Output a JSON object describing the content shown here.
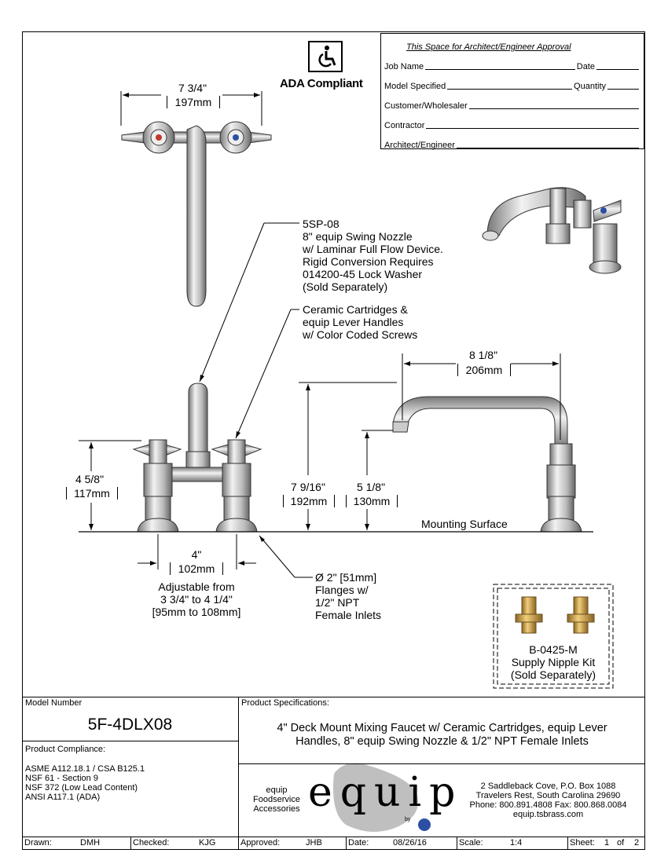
{
  "approval": {
    "heading": "This Space for Architect/Engineer Approval",
    "job_name": "Job Name",
    "date": "Date",
    "model_specified": "Model Specified",
    "quantity": "Quantity",
    "customer": "Customer/Wholesaler",
    "contractor": "Contractor",
    "architect": "Architect/Engineer"
  },
  "ada": {
    "label": "ADA Compliant",
    "icon": "wheelchair-icon"
  },
  "top_view": {
    "dim_in": "7 3/4\"",
    "dim_mm": "197mm"
  },
  "nozzle_note": [
    "5SP-08",
    "8\" equip Swing Nozzle",
    "w/ Laminar Full Flow Device.",
    "Rigid Conversion Requires",
    "014200-45 Lock Washer",
    "(Sold Separately)"
  ],
  "cartridge_note": [
    "Ceramic Cartridges &",
    "equip Lever Handles",
    "w/ Color Coded Screws"
  ],
  "dims": {
    "height_in": "4 5/8\"",
    "height_mm": "117mm",
    "spread_in": "4\"",
    "spread_mm": "102mm",
    "adjust": [
      "Adjustable from",
      "3 3/4\" to 4 1/4\"",
      "[95mm to 108mm]"
    ],
    "flange": [
      "Ø 2\" [51mm]",
      "Flanges w/",
      "1/2\" NPT",
      "Female Inlets"
    ],
    "total_h_in": "7 9/16\"",
    "total_h_mm": "192mm",
    "spout_h_in": "5 1/8\"",
    "spout_h_mm": "130mm",
    "reach_in": "8 1/8\"",
    "reach_mm": "206mm",
    "mounting": "Mounting Surface"
  },
  "nipple_kit": [
    "B-0425-M",
    "Supply Nipple Kit",
    "(Sold Separately)"
  ],
  "model": {
    "label": "Model Number",
    "value": "5F-4DLX08"
  },
  "compliance": {
    "label": "Product Compliance:",
    "items": [
      "ASME A112.18.1 / CSA B125.1",
      "NSF 61 - Section 9",
      "NSF 372 (Low Lead Content)",
      "ANSI A117.1 (ADA)"
    ]
  },
  "specs": {
    "label": "Product Specifications:",
    "lines": [
      "4\" Deck Mount Mixing Faucet w/ Ceramic Cartridges, equip Lever",
      "Handles, 8\" equip Swing Nozzle & 1/2\" NPT Female Inlets"
    ]
  },
  "brand": {
    "side": [
      "equip",
      "Foodservice",
      "Accessories"
    ],
    "logo": "equip",
    "by": "by",
    "address": [
      "2 Saddleback Cove, P.O. Box 1088",
      "Travelers Rest, South Carolina 29690",
      "Phone: 800.891.4808  Fax: 800.868.0084",
      "equip.tsbrass.com"
    ]
  },
  "titleblock": {
    "drawn_label": "Drawn:",
    "drawn": "DMH",
    "checked_label": "Checked:",
    "checked": "KJG",
    "approved_label": "Approved:",
    "approved": "JHB",
    "date_label": "Date:",
    "date": "08/26/16",
    "scale_label": "Scale:",
    "scale": "1:4",
    "sheet_label": "Sheet:",
    "sheet": "1",
    "of": "of",
    "sheets": "2"
  },
  "colors": {
    "hot": "#c0392b",
    "cold": "#2c4fa3",
    "brass": "#c8a04a",
    "logo_gray": "#8f8f8f"
  }
}
